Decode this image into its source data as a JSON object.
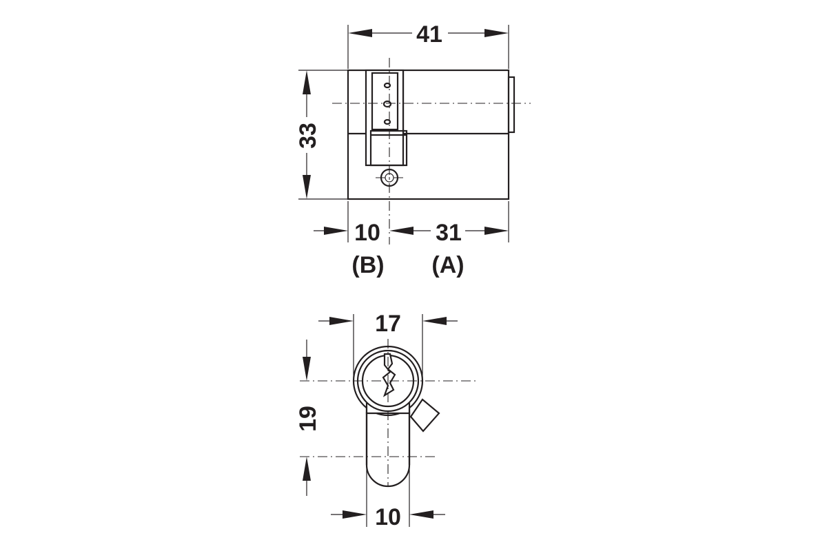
{
  "side_view": {
    "overall_length": "41",
    "height": "33",
    "side_b_length": "10",
    "side_a_length": "31",
    "side_b_label": "(B)",
    "side_a_label": "(A)"
  },
  "front_view": {
    "diameter": "17",
    "center_to_base": "19",
    "bottom_width": "10"
  }
}
